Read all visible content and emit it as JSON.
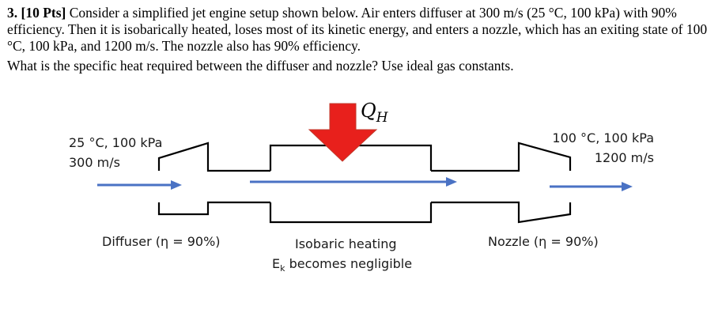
{
  "problem": {
    "number": "3. [10 Pts]",
    "statement": "Consider a simplified jet engine setup shown below. Air enters diffuser at 300 m/s (25 °C, 100 kPa) with 90% efficiency. Then it is isobarically heated, loses most of its kinetic energy, and enters a nozzle, which has an exiting state of 100 °C, 100 kPa, and 1200 m/s. The nozzle also has 90% efficiency.",
    "question": "What is the specific heat required between the diffuser and nozzle? Use ideal gas constants."
  },
  "diagram": {
    "heat_symbol": "Q",
    "heat_subscript": "H",
    "inlet_state": "25 °C, 100 kPa",
    "inlet_velocity": "300 m/s",
    "outlet_state": "100 °C, 100 kPa",
    "outlet_velocity": "1200 m/s",
    "diffuser_label": "Diffuser (η = 90%)",
    "heater_label": "Isobaric heating",
    "ek_symbol": "E",
    "ek_subscript": "k",
    "ek_text": " becomes negligible",
    "nozzle_label": "Nozzle (η = 90%)",
    "colors": {
      "flow_arrow": "#4a72c4",
      "heat_arrow": "#e8201c",
      "outline": "#000000"
    }
  }
}
